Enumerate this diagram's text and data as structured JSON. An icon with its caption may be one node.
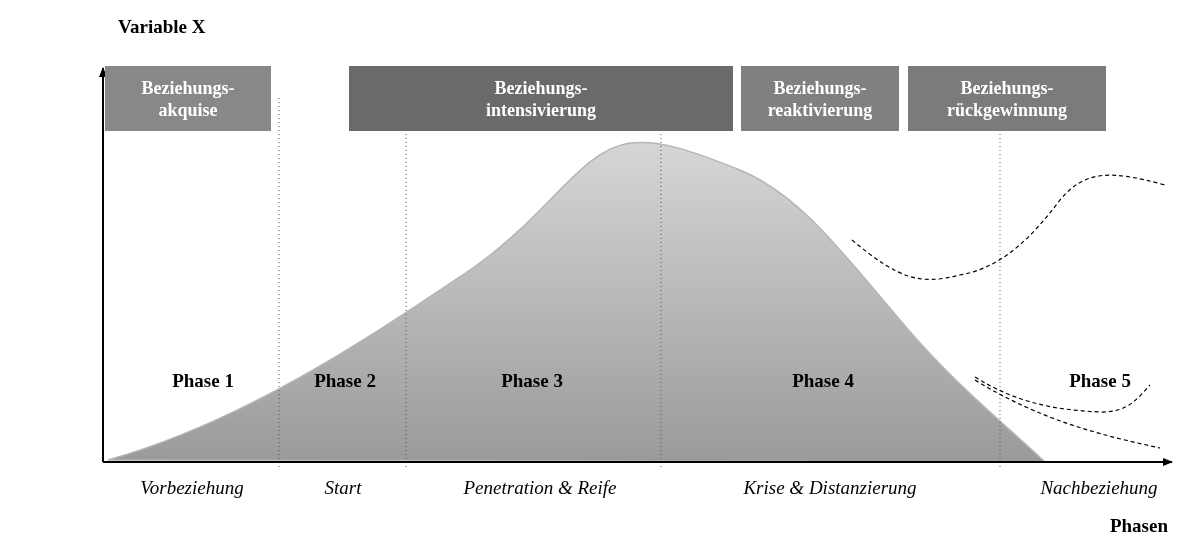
{
  "diagram": {
    "nodes": [
      {
        "text": [
          "Beziehungs- akquise"
        ]
      },
      {
        "text": [
          "Beziehungs- intensivierung"
        ]
      },
      {
        "text": [
          "Beziehungs- reaktivierung"
        ]
      },
      {
        "text": [
          "Beziehungs- rückgewinnung"
        ]
      }
    ],
    "labels": [
      "Variable X",
      "Phase 1",
      "Phase 2",
      "Phase 3",
      "Phase 4",
      "Phase 5",
      "Vorbeziehung",
      "Start",
      "Penetration & Reife",
      "Krise & Distanzierung",
      "Nachbeziehung",
      "Phasen"
    ]
  }
}
